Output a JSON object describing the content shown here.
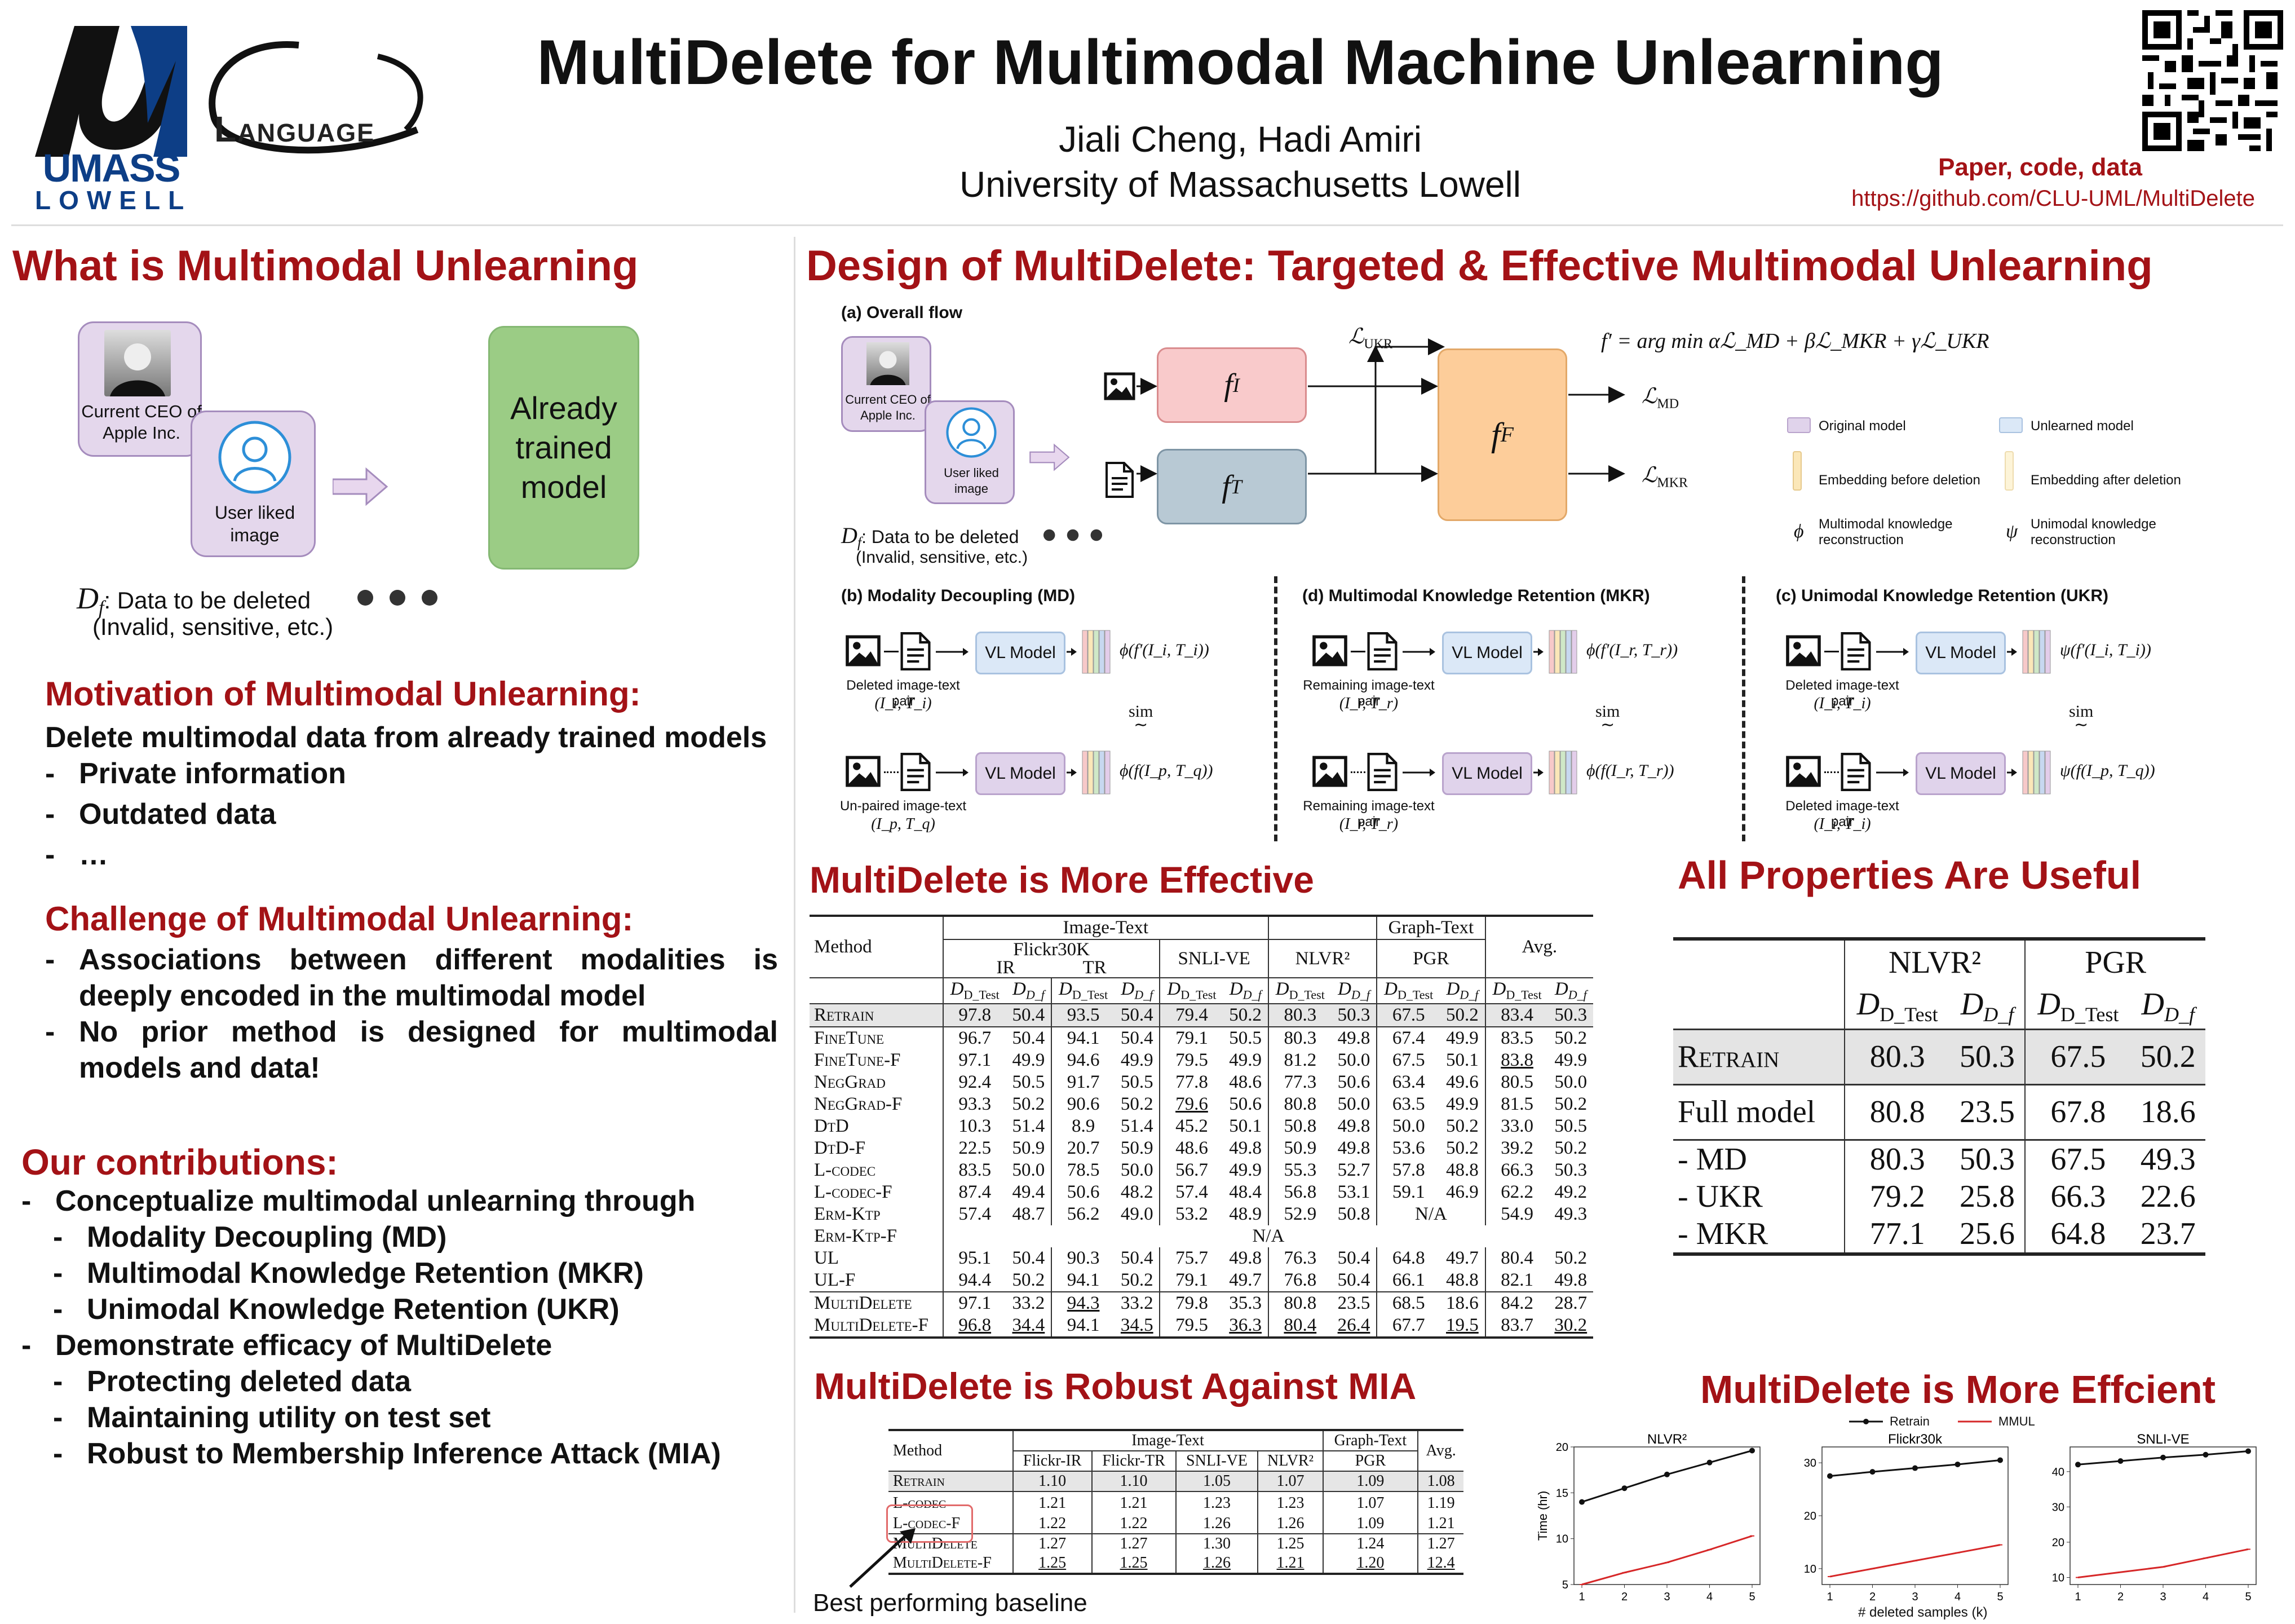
{
  "header": {
    "title": "MultiDelete for Multimodal Machine Unlearning",
    "authors": "Jiali Cheng, Hadi Amiri",
    "affiliation": "University of Massachusetts Lowell",
    "links_label": "Paper, code, data",
    "url": "https://github.com/CLU-UML/MultiDelete"
  },
  "logos": {
    "umass_top": "UMASS",
    "umass_bottom": "LOWELL",
    "lang": "Language"
  },
  "left": {
    "section_title": "What is Multimodal Unlearning",
    "ceo_label": "Current CEO of Apple Inc.",
    "user_label": "User liked image",
    "model_label": "Already trained model",
    "df_symbol": "D",
    "df_sub": "f",
    "df_label": ": Data to be deleted",
    "df_note": "(Invalid, sensitive, etc.)",
    "motivation_title": "Motivation of Multimodal Unlearning:",
    "motivation_lead": "Delete multimodal data from already trained models",
    "motivation_items": [
      "Private information",
      "Outdated data",
      "…"
    ],
    "challenge_title": "Challenge of Multimodal Unlearning:",
    "challenge_items": [
      "Associations between different modalities is deeply encoded in the multimodal model",
      "No prior method is designed for multimodal models and data!"
    ],
    "contrib_title": "Our contributions:",
    "contrib_a": "Conceptualize multimodal unlearning through",
    "contrib_a_items": [
      "Modality Decoupling (MD)",
      "Multimodal Knowledge Retention (MKR)",
      "Unimodal Knowledge Retention (UKR)"
    ],
    "contrib_b": "Demonstrate efficacy of MultiDelete",
    "contrib_b_items": [
      "Protecting deleted data",
      "Maintaining utility on test set",
      "Robust to Membership Inference Attack (MIA)"
    ]
  },
  "design": {
    "section_title": "Design of MultiDelete: Targeted & Effective Multimodal Unlearning",
    "overall_flow": "(a) Overall flow",
    "ceo_label": "Current CEO of Apple Inc.",
    "user_label": "User liked image",
    "df_label": ": Data to be deleted",
    "df_note": "(Invalid, sensitive, etc.)",
    "f_i": "f",
    "f_i_sub": "I",
    "f_t": "f",
    "f_t_sub": "T",
    "f_f": "f",
    "f_f_sub": "F",
    "l_ukr": "UKR",
    "l_md": "MD",
    "l_mkr": "MKR",
    "formula": "f′ = arg min αℒ_MD + βℒ_MKR + γℒ_UKR",
    "legend": {
      "original": "Original model",
      "unlearned": "Unlearned model",
      "emb_before": "Embedding before deletion",
      "emb_after": "Embedding after deletion",
      "phi_label": "Multimodal knowledge reconstruction",
      "psi_label": "Unimodal knowledge reconstruction",
      "colors": {
        "original": "#e0d3eb",
        "unlearned": "#dbe8f7",
        "emb_before": "#fbe7b8",
        "emb_after": "#fdf4d8"
      }
    },
    "panels": [
      {
        "title": "(b) Modality Decoupling (MD)",
        "top_caption": "Deleted image-text pair",
        "top_vars": "(I_i, T_i)",
        "top_out": "ϕ(f′(I_i, T_i))",
        "bot_caption": "Un-paired image-text",
        "bot_vars": "(I_p, T_q)",
        "bot_out": "ϕ(f(I_p, T_q))"
      },
      {
        "title": "(d) Multimodal Knowledge Retention (MKR)",
        "top_caption": "Remaining image-text pair",
        "top_vars": "(I_r, T_r)",
        "top_out": "ϕ(f′(I_r, T_r))",
        "bot_caption": "Remaining image-text pair",
        "bot_vars": "(I_r, T_r)",
        "bot_out": "ϕ(f(I_r, T_r))"
      },
      {
        "title": "(c) Unimodal Knowledge Retention (UKR)",
        "top_caption": "Deleted image-text pair",
        "top_vars": "(I_i, T_i)",
        "top_out": "ψ(f′(I_i, T_i))",
        "bot_caption": "Deleted image-text pair",
        "bot_vars": "(I_i, T_i)",
        "bot_out": "ψ(f(I_p, T_q))"
      }
    ],
    "vl_model": "VL Model",
    "sim": "sim"
  },
  "effective": {
    "section_title": "MultiDelete is More Effective",
    "h_method": "Method",
    "h_image_text": "Image-Text",
    "h_graph_text": "Graph-Text",
    "h_flickr": "Flickr30K",
    "h_ir": "IR",
    "h_tr": "TR",
    "h_snli": "SNLI-VE",
    "h_nlvr": "NLVR²",
    "h_pgr": "PGR",
    "h_avg": "Avg.",
    "h_dtest": "D_Test",
    "h_df": "D_f",
    "rows": [
      {
        "name": "Retrain",
        "cells": [
          "97.8",
          "50.4",
          "93.5",
          "50.4",
          "79.4",
          "50.2",
          "80.3",
          "50.3",
          "67.5",
          "50.2",
          "83.4",
          "50.3"
        ]
      },
      {
        "name": "FineTune",
        "cells": [
          "96.7",
          "50.4",
          "94.1",
          "50.4",
          "79.1",
          "50.5",
          "80.3",
          "49.8",
          "67.4",
          "49.9",
          "83.5",
          "50.2"
        ]
      },
      {
        "name": "FineTune-F",
        "cells": [
          "97.1",
          "49.9",
          "94.6",
          "49.9",
          "79.5",
          "49.9",
          "81.2",
          "50.0",
          "67.5",
          "50.1",
          "83.8",
          "49.9"
        ]
      },
      {
        "name": "NegGrad",
        "cells": [
          "92.4",
          "50.5",
          "91.7",
          "50.5",
          "77.8",
          "48.6",
          "77.3",
          "50.6",
          "63.4",
          "49.6",
          "80.5",
          "50.0"
        ]
      },
      {
        "name": "NegGrad-F",
        "cells": [
          "93.3",
          "50.2",
          "90.6",
          "50.2",
          "79.6",
          "50.6",
          "80.8",
          "50.0",
          "63.5",
          "49.9",
          "81.5",
          "50.2"
        ]
      },
      {
        "name": "DtD",
        "cells": [
          "10.3",
          "51.4",
          "8.9",
          "51.4",
          "45.2",
          "50.1",
          "50.8",
          "49.8",
          "50.0",
          "50.2",
          "33.0",
          "50.5"
        ]
      },
      {
        "name": "DtD-F",
        "cells": [
          "22.5",
          "50.9",
          "20.7",
          "50.9",
          "48.6",
          "49.8",
          "50.9",
          "49.8",
          "53.6",
          "50.2",
          "39.2",
          "50.2"
        ]
      },
      {
        "name": "L-codec",
        "cells": [
          "83.5",
          "50.0",
          "78.5",
          "50.0",
          "56.7",
          "49.9",
          "55.3",
          "52.7",
          "57.8",
          "48.8",
          "66.3",
          "50.3"
        ]
      },
      {
        "name": "L-codec-F",
        "cells": [
          "87.4",
          "49.4",
          "50.6",
          "48.2",
          "57.4",
          "48.4",
          "56.8",
          "53.1",
          "59.1",
          "46.9",
          "62.2",
          "49.2"
        ]
      },
      {
        "name": "Erm-Ktp",
        "cells": [
          "57.4",
          "48.7",
          "56.2",
          "49.0",
          "53.2",
          "48.9",
          "52.9",
          "50.8",
          "N/A",
          "",
          "54.9",
          "49.3"
        ]
      },
      {
        "name": "Erm-Ktp-F",
        "cells": [
          "N/A"
        ]
      },
      {
        "name": "UL",
        "cells": [
          "95.1",
          "50.4",
          "90.3",
          "50.4",
          "75.7",
          "49.8",
          "76.3",
          "50.4",
          "64.8",
          "49.7",
          "80.4",
          "50.2"
        ]
      },
      {
        "name": "UL-F",
        "cells": [
          "94.4",
          "50.2",
          "94.1",
          "50.2",
          "79.1",
          "49.7",
          "76.8",
          "50.4",
          "66.1",
          "48.8",
          "82.1",
          "49.8"
        ]
      },
      {
        "name": "MultiDelete",
        "cells": [
          "97.1",
          "33.2",
          "94.3",
          "33.2",
          "79.8",
          "35.3",
          "80.8",
          "23.5",
          "68.5",
          "18.6",
          "84.2",
          "28.7"
        ]
      },
      {
        "name": "MultiDelete-F",
        "cells": [
          "96.8",
          "34.4",
          "94.1",
          "34.5",
          "79.5",
          "36.3",
          "80.4",
          "26.4",
          "67.7",
          "19.5",
          "83.7",
          "30.2"
        ]
      }
    ]
  },
  "ablation": {
    "section_title": "All Properties Are Useful",
    "h_nlvr": "NLVR²",
    "h_pgr": "PGR",
    "h_dtest": "D_Test",
    "h_df": "D_f",
    "rows": [
      {
        "name": "Retrain",
        "cells": [
          "80.3",
          "50.3",
          "67.5",
          "50.2"
        ]
      },
      {
        "name": "Full model",
        "cells": [
          "80.8",
          "23.5",
          "67.8",
          "18.6"
        ]
      },
      {
        "name": "- MD",
        "cells": [
          "80.3",
          "50.3",
          "67.5",
          "49.3"
        ]
      },
      {
        "name": "- UKR",
        "cells": [
          "79.2",
          "25.8",
          "66.3",
          "22.6"
        ]
      },
      {
        "name": "- MKR",
        "cells": [
          "77.1",
          "25.6",
          "64.8",
          "23.7"
        ]
      }
    ]
  },
  "mia": {
    "section_title": "MultiDelete is Robust Against MIA",
    "h_method": "Method",
    "h_image_text": "Image-Text",
    "h_graph_text": "Graph-Text",
    "h_avg": "Avg.",
    "h_cols": [
      "Flickr-IR",
      "Flickr-TR",
      "SNLI-VE",
      "NLVR²",
      "PGR"
    ],
    "rows": [
      {
        "name": "Retrain",
        "cells": [
          "1.10",
          "1.10",
          "1.05",
          "1.07",
          "1.09",
          "1.08"
        ]
      },
      {
        "name": "L-codec",
        "cells": [
          "1.21",
          "1.21",
          "1.23",
          "1.23",
          "1.07",
          "1.19"
        ]
      },
      {
        "name": "L-codec-F",
        "cells": [
          "1.22",
          "1.22",
          "1.26",
          "1.26",
          "1.09",
          "1.21"
        ]
      },
      {
        "name": "MultiDelete",
        "cells": [
          "1.27",
          "1.27",
          "1.30",
          "1.25",
          "1.24",
          "1.27"
        ]
      },
      {
        "name": "MultiDelete-F",
        "cells": [
          "1.25",
          "1.25",
          "1.26",
          "1.21",
          "1.20",
          "12.4"
        ]
      }
    ],
    "annotation": "Best performing baseline"
  },
  "efficient": {
    "section_title": "MultiDelete is More Effcient",
    "legend_retrain": "Retrain",
    "legend_mmul": "MMUL",
    "ylabel": "Time (hr)",
    "xlabel": "# deleted samples (k)"
  },
  "chart_data": [
    {
      "type": "line",
      "title": "NLVR²",
      "x": [
        1,
        2,
        3,
        4,
        5
      ],
      "ylabel": "Time (hr)",
      "ylim": [
        5,
        20
      ],
      "yticks": [
        5,
        10,
        15,
        20
      ],
      "series": [
        {
          "name": "Retrain",
          "color": "#111111",
          "values": [
            14.0,
            15.5,
            17.0,
            18.3,
            19.6
          ]
        },
        {
          "name": "MMUL",
          "color": "#d62728",
          "values": [
            5.0,
            6.3,
            7.4,
            8.8,
            10.3
          ]
        }
      ]
    },
    {
      "type": "line",
      "title": "Flickr30k",
      "x": [
        1,
        2,
        3,
        4,
        5
      ],
      "xlabel": "# deleted samples (k)",
      "ylim": [
        7,
        33
      ],
      "yticks": [
        10,
        20,
        30
      ],
      "series": [
        {
          "name": "Retrain",
          "color": "#111111",
          "values": [
            27.5,
            28.3,
            29.0,
            29.7,
            30.5
          ]
        },
        {
          "name": "MMUL",
          "color": "#d62728",
          "values": [
            8.5,
            10.0,
            11.5,
            13.0,
            14.5
          ]
        }
      ]
    },
    {
      "type": "line",
      "title": "SNLI-VE",
      "x": [
        1,
        2,
        3,
        4,
        5
      ],
      "ylim": [
        8,
        47
      ],
      "yticks": [
        10,
        20,
        30,
        40
      ],
      "series": [
        {
          "name": "Retrain",
          "color": "#111111",
          "values": [
            42.0,
            43.0,
            44.0,
            44.8,
            45.8
          ]
        },
        {
          "name": "MMUL",
          "color": "#d62728",
          "values": [
            10.0,
            11.5,
            13.0,
            15.5,
            18.0
          ]
        }
      ]
    }
  ]
}
